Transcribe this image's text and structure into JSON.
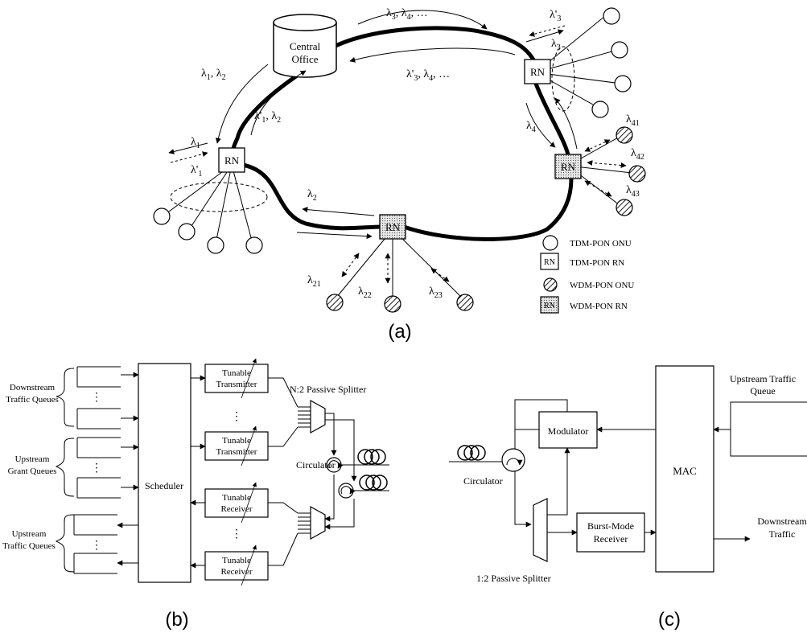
{
  "panel_a": {
    "caption": "(a)",
    "central_office": [
      "Central",
      "Office"
    ],
    "rn": "RN",
    "lambda": "λ",
    "lambda_labels": {
      "co_down": {
        "sub1": "1",
        "sep": ", ",
        "sub2": "2"
      },
      "co_up": {
        "prime": "'",
        "sub1": "1",
        "sep": ", ",
        "sub2": "2"
      },
      "top_down": {
        "sub1": "3",
        "sep": ", ",
        "sub2": "4",
        "tail": ", …"
      },
      "top_up": {
        "prime": "'",
        "sub1": "3",
        "sep": ", ",
        "sub2": "4",
        "tail": ", …"
      },
      "left_down": "1",
      "left_up": "1",
      "right_top_up": "3",
      "right_top_down": "3",
      "right_mid": "4",
      "wdm_right": [
        "41",
        "42",
        "43"
      ],
      "bottom": "2",
      "wdm_bottom": [
        "21",
        "22",
        "23"
      ]
    },
    "legend": [
      {
        "label": "TDM-PON ONU",
        "icon": "open-circle-icon"
      },
      {
        "label": "TDM-PON RN",
        "icon": "square-icon"
      },
      {
        "label": "WDM-PON ONU",
        "icon": "hatched-circle-icon"
      },
      {
        "label": "WDM-PON RN",
        "icon": "dotted-square-icon"
      }
    ]
  },
  "panel_b": {
    "caption": "(b)",
    "group_labels": {
      "downstream": [
        "Downstream",
        "Traffic Queues"
      ],
      "upstream_grant": [
        "Upstream",
        "Grant Queues"
      ],
      "upstream_traffic": [
        "Upstream",
        "Traffic Queues"
      ]
    },
    "scheduler": "Scheduler",
    "tunable": "Tunable",
    "transmitter": "Transmitter",
    "receiver": "Receiver",
    "splitter": "N:2 Passive Splitter",
    "circulator": "Circulator"
  },
  "panel_c": {
    "caption": "(c)",
    "upstream_queue": [
      "Upstream Traffic",
      "Queue"
    ],
    "modulator": "Modulator",
    "mac": "MAC",
    "circulator": "Circulator",
    "burst_receiver": [
      "Burst-Mode",
      "Receiver"
    ],
    "splitter": "1:2 Passive Splitter",
    "downstream": [
      "Downstream",
      "Traffic"
    ]
  }
}
